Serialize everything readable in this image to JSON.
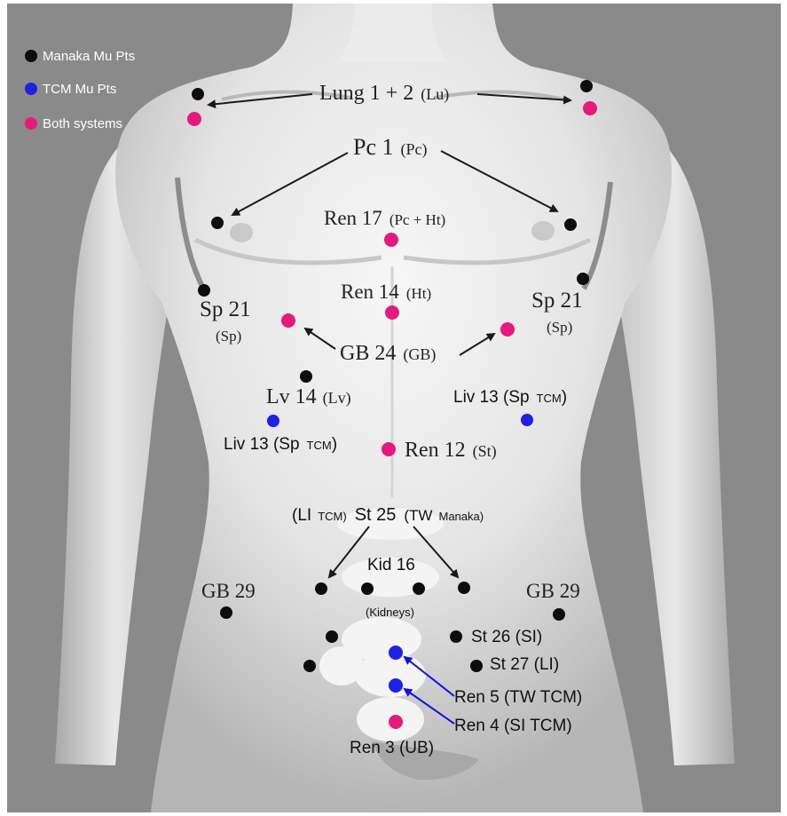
{
  "legend": {
    "manaka": "Manaka Mu Pts",
    "tcm": "TCM Mu Pts",
    "both": "Both systems"
  },
  "colors": {
    "manaka": "#0d0d0d",
    "tcm": "#1f1fe6",
    "both": "#e6197d",
    "background": "#8c8c8c",
    "body": "#dcdcdc",
    "arrow_black": "#1a1a1a",
    "arrow_blue": "#1010e0"
  },
  "labels": {
    "lung_main": "Lung 1 + 2",
    "lung_sub": "(Lu)",
    "pc_main": "Pc 1",
    "pc_sub": "(Pc)",
    "ren17_main": "Ren 17",
    "ren17_sub": "(Pc + Ht)",
    "ren14_main": "Ren 14",
    "ren14_sub": "(Ht)",
    "sp21_left_main": "Sp 21",
    "sp21_left_sub": "(Sp)",
    "sp21_right_main": "Sp 21",
    "sp21_right_sub": "(Sp)",
    "gb24_main": "GB 24",
    "gb24_sub": "(GB)",
    "lv14_main": "Lv 14",
    "lv14_sub": "(Lv)",
    "liv13_right_main": "Liv 13 (Sp",
    "liv13_right_tcm": "TCM",
    "liv13_right_close": ")",
    "liv13_left_main": "Liv 13 (Sp",
    "liv13_left_tcm": "TCM",
    "liv13_left_close": ")",
    "ren12_main": "Ren 12",
    "ren12_sub": "(St)",
    "st25_li": "(LI",
    "st25_li_tcm": "TCM)",
    "st25_main": "St 25",
    "st25_tw": "(TW",
    "st25_tw_manaka": "Manaka)",
    "kid16_main": "Kid 16",
    "kid16_sub": "(Kidneys)",
    "gb29_left": "GB 29",
    "gb29_right": "GB 29",
    "st26": "St 26 (SI)",
    "st27": "St 27 (LI)",
    "ren5": "Ren 5 (TW TCM)",
    "ren4": "Ren 4 (SI TCM)",
    "ren3": "Ren 3 (UB)"
  },
  "points": [
    {
      "id": "lung-left-manaka",
      "type": "manaka"
    },
    {
      "id": "lung-left-both",
      "type": "both"
    },
    {
      "id": "lung-right-manaka",
      "type": "manaka"
    },
    {
      "id": "lung-right-both",
      "type": "both"
    },
    {
      "id": "pc1-left",
      "type": "manaka"
    },
    {
      "id": "pc1-right",
      "type": "manaka"
    },
    {
      "id": "ren17",
      "type": "both"
    },
    {
      "id": "ren14",
      "type": "both"
    },
    {
      "id": "sp21-left",
      "type": "manaka"
    },
    {
      "id": "sp21-right",
      "type": "manaka"
    },
    {
      "id": "gb24-left",
      "type": "both"
    },
    {
      "id": "gb24-right",
      "type": "both"
    },
    {
      "id": "lv14",
      "type": "manaka"
    },
    {
      "id": "liv13-left",
      "type": "tcm"
    },
    {
      "id": "liv13-right",
      "type": "tcm"
    },
    {
      "id": "ren12",
      "type": "both"
    },
    {
      "id": "st25-left",
      "type": "manaka"
    },
    {
      "id": "kid16-left",
      "type": "manaka"
    },
    {
      "id": "kid16-right",
      "type": "manaka"
    },
    {
      "id": "st25-right",
      "type": "manaka"
    },
    {
      "id": "gb29-left",
      "type": "manaka"
    },
    {
      "id": "gb29-right",
      "type": "manaka"
    },
    {
      "id": "st26-left",
      "type": "manaka"
    },
    {
      "id": "st26-right",
      "type": "manaka"
    },
    {
      "id": "st27-left",
      "type": "manaka"
    },
    {
      "id": "st27-right",
      "type": "manaka"
    },
    {
      "id": "ren5",
      "type": "tcm"
    },
    {
      "id": "ren4",
      "type": "tcm"
    },
    {
      "id": "ren3",
      "type": "both"
    }
  ]
}
